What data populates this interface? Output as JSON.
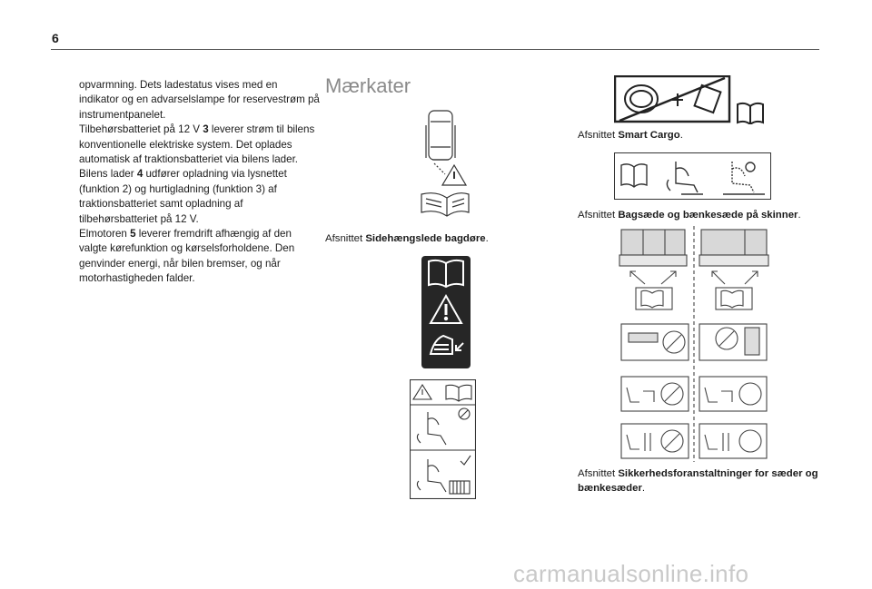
{
  "page_number": "6",
  "body_paragraphs": [
    {
      "parts": [
        {
          "t": "opvarmning. Dets ladestatus vises med en indikator og en advarselslampe for reservestrøm på instrumentpanelet."
        }
      ]
    },
    {
      "parts": [
        {
          "t": "Tilbehørsbatteriet på 12 V "
        },
        {
          "t": "3",
          "b": true
        },
        {
          "t": " leverer strøm til bilens konventionelle elektriske system. Det oplades automatisk af traktionsbatteriet via bilens lader."
        }
      ]
    },
    {
      "parts": [
        {
          "t": "Bilens lader "
        },
        {
          "t": "4",
          "b": true
        },
        {
          "t": " udfører opladning via lysnettet (funktion 2) og hurtigladning (funktion 3) af traktionsbatteriet samt opladning af tilbehørsbatteriet på 12 V."
        }
      ]
    },
    {
      "parts": [
        {
          "t": "Elmotoren "
        },
        {
          "t": "5",
          "b": true
        },
        {
          "t": " leverer fremdrift afhængig af den valgte kørefunktion og kørselsforholdene. Den genvinder energi, når bilen bremser, og når motorhastigheden falder."
        }
      ]
    }
  ],
  "section_heading": "Mærkater",
  "captions": {
    "sliding_door": {
      "prefix": "Afsnittet ",
      "bold": "Sidehængslede bagdøre",
      "suffix": "."
    },
    "smart_cargo": {
      "prefix": "Afsnittet ",
      "bold": "Smart Cargo",
      "suffix": "."
    },
    "rear_seats": {
      "prefix": "Afsnittet ",
      "bold": "Bagsæde og bænkesæde på skinner",
      "suffix": "."
    },
    "safety": {
      "prefix": "Afsnittet ",
      "bold": "Sikkerhedsforanstaltninger for sæder og bænkesæder",
      "suffix": "."
    }
  },
  "watermark": "carmanualsonline.info"
}
